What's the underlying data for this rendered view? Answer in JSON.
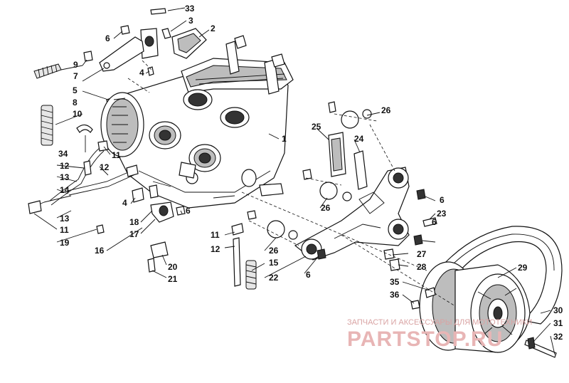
{
  "labels": [
    "1",
    "2",
    "3",
    "4",
    "5",
    "6",
    "7",
    "8",
    "9",
    "10",
    "11",
    "12",
    "13",
    "14",
    "15",
    "16",
    "17",
    "18",
    "19",
    "20",
    "21",
    "22",
    "23",
    "24",
    "25",
    "26",
    "27",
    "28",
    "29",
    "30",
    "31",
    "32",
    "33",
    "34",
    "35",
    "36"
  ],
  "watermark": {
    "tagline": "ЗАПЧАСТИ И АКСЕССУАРЫ ДЛЯ МОТОТЕХНИКИ",
    "brand": "PARTSTOP.RU"
  }
}
